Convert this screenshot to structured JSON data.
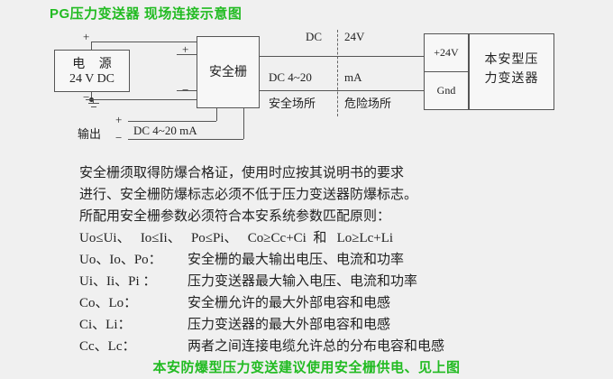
{
  "title": "PG压力变送器 现场连接示意图",
  "diagram": {
    "power_supply": {
      "line1": "电   源",
      "line2": "24 V DC",
      "plus_sign": "+",
      "minus_sign": "−",
      "ground_icon": "ground-symbol"
    },
    "barrier": {
      "label": "安全栅",
      "plus_sign": "+",
      "minus_sign": "−"
    },
    "output": {
      "label": "输出",
      "plus_sign": "+",
      "minus_sign": "−",
      "value": "DC 4~20  mA"
    },
    "wires": {
      "top_label_left": "DC",
      "top_label_right": "24V",
      "bottom_label_left": "DC 4~20",
      "bottom_label_right": "mA"
    },
    "zones": {
      "safe": "安全场所",
      "hazardous": "危险场所"
    },
    "transmitter": {
      "terminal_power": "+24V",
      "terminal_ground": "Gnd",
      "label": "本安型压\n力变送器",
      "label_line1": "本安型压",
      "label_line2": "力变送器"
    }
  },
  "notes": {
    "para1": "安全栅须取得防爆合格证，使用时应按其说明书的要求",
    "para2": "进行、安全栅防爆标志必须不低于压力变送器防爆标志。",
    "para3": "所配用安全栅参数必须符合本安系统参数匹配原则：",
    "formula": "Uo≤Ui、   Io≤Ii、   Po≤Pi、   Co≥Cc+Ci  和   Lo≥Lc+Li",
    "definitions": [
      {
        "term": "Uo、Io、Po：",
        "desc": "安全栅的最大输出电压、电流和功率"
      },
      {
        "term": "Ui、Ii、Pi ：",
        "desc": "压力变送器最大输入电压、电流和功率"
      },
      {
        "term": "Co、Lo：",
        "desc": "安全栅允许的最大外部电容和电感"
      },
      {
        "term": "Ci、Li：",
        "desc": "压力变送器的最大外部电容和电感"
      },
      {
        "term": "Cc、Lc：",
        "desc": "两者之间连接电缆允许总的分布电容和电感"
      }
    ]
  },
  "footer": "本安防爆型压力变送建议使用安全栅供电、见上图",
  "colors": {
    "accent_green": "#22bb22",
    "line": "#555555",
    "background": "#f0f0f0",
    "text": "#222222"
  }
}
